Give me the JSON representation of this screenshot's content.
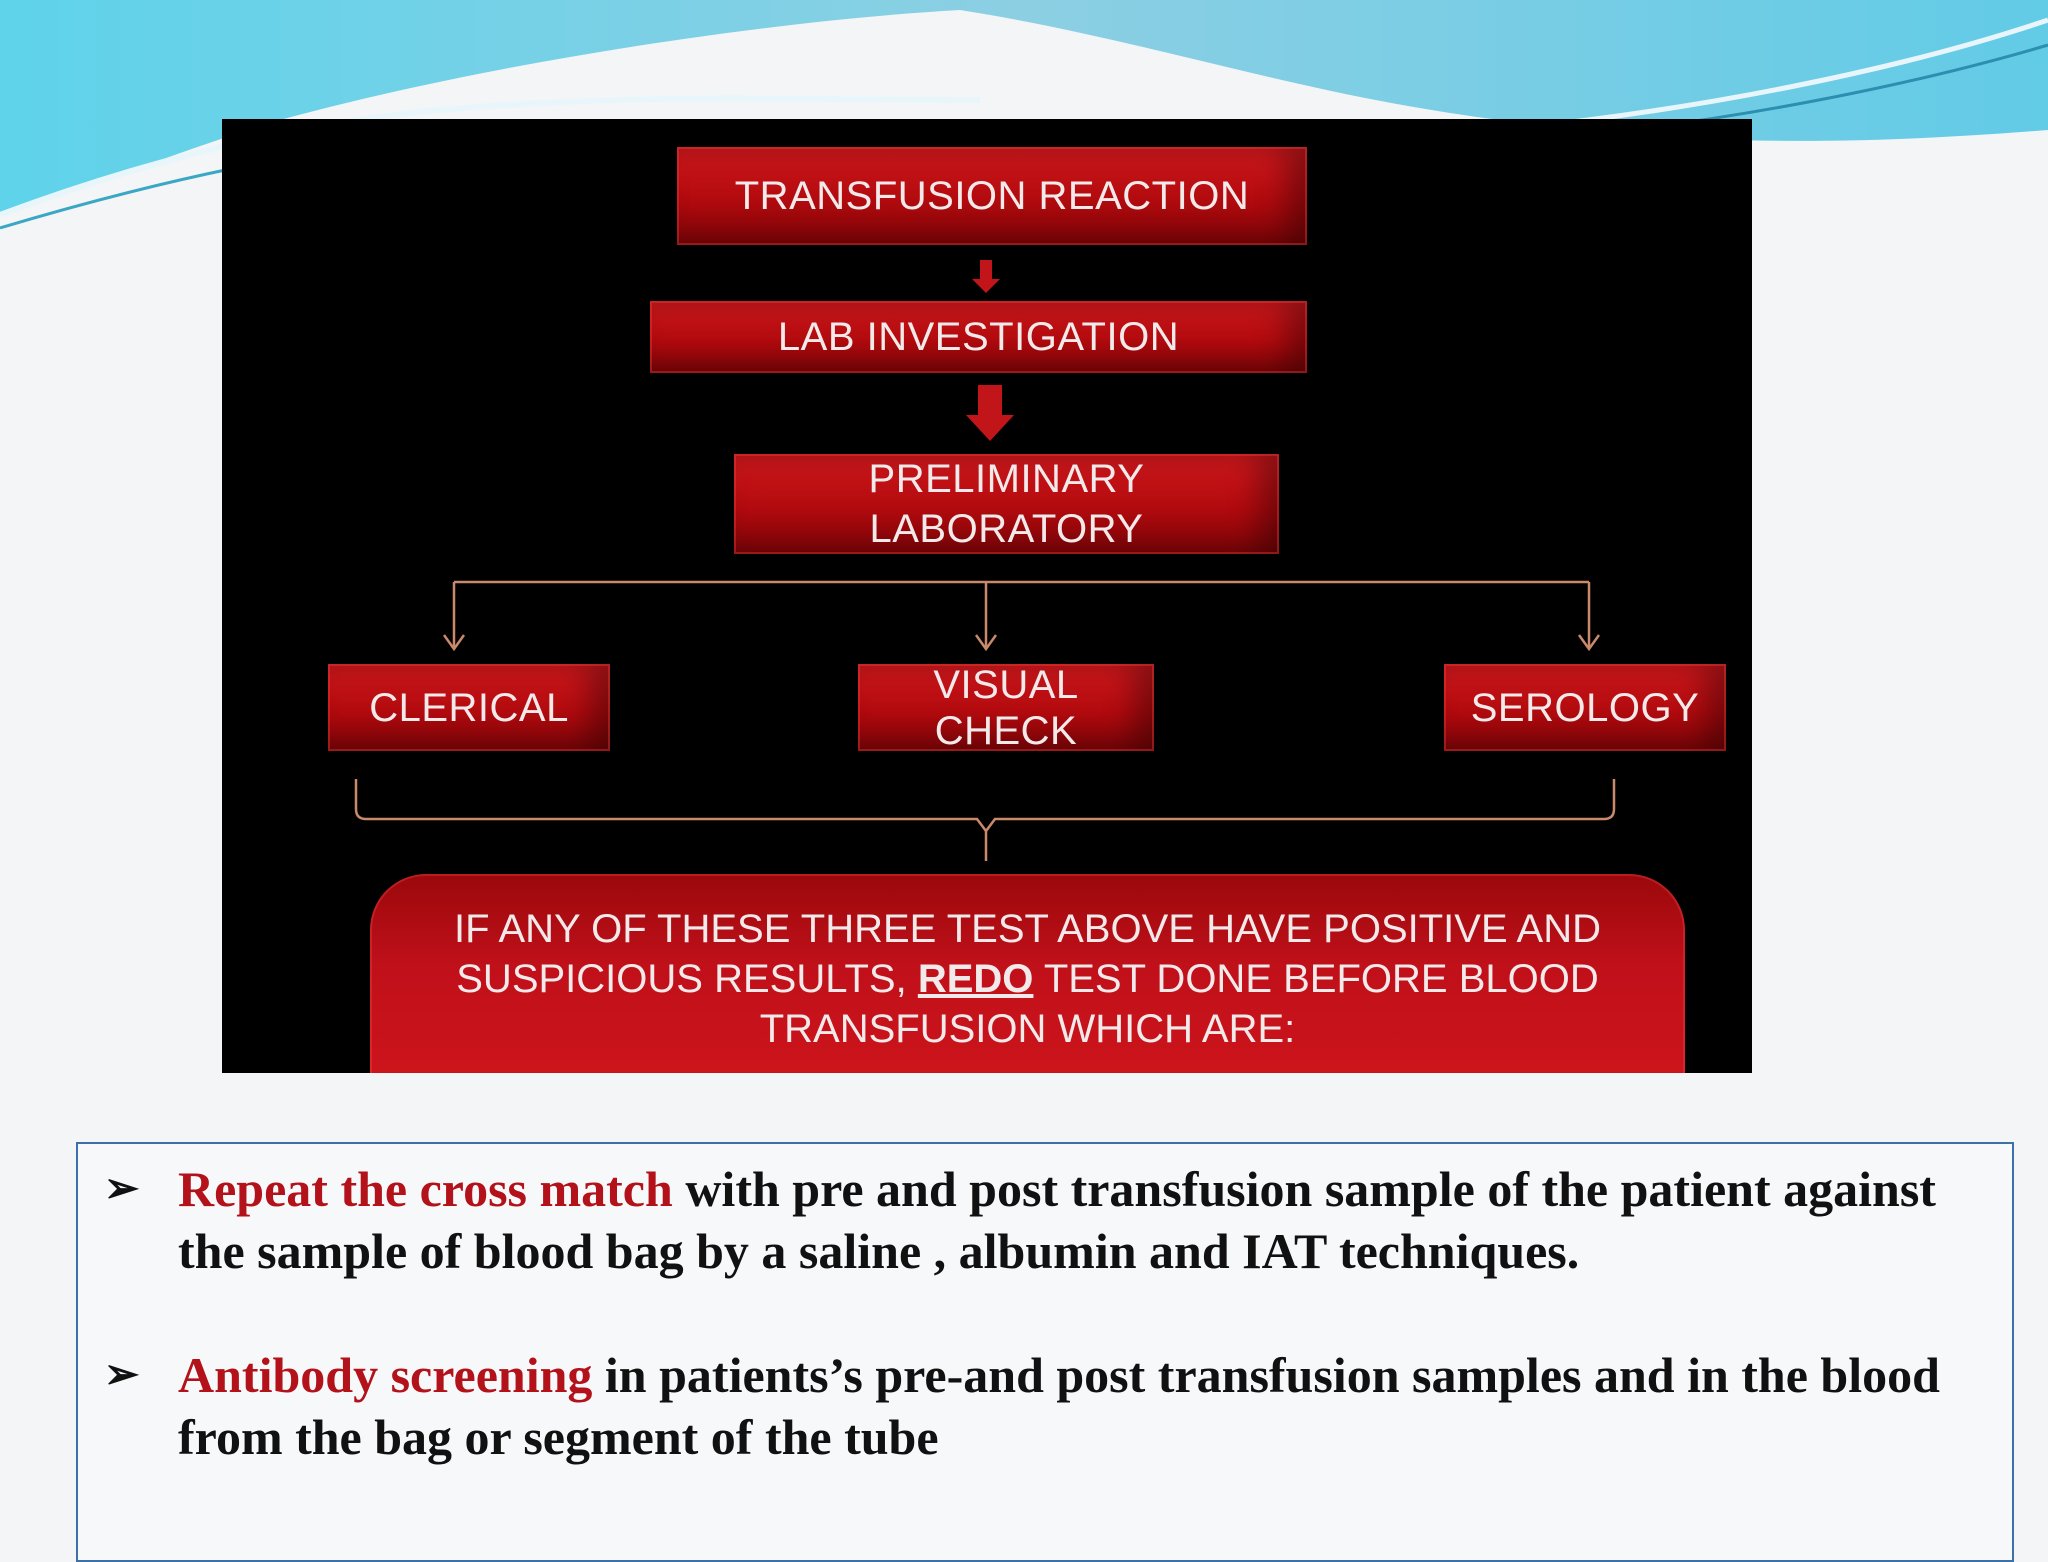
{
  "diagram": {
    "top_box": "TRANSFUSION REACTION",
    "second_box": "LAB INVESTIGATION",
    "third_box": "PRELIMINARY\nLABORATORY",
    "branches": [
      "CLERICAL",
      "VISUAL\nCHECK",
      "SEROLOGY"
    ],
    "final_line1": "IF ANY OF THESE THREE TEST ABOVE HAVE POSITIVE AND",
    "final_line2_before": "SUSPICIOUS RESULTS, ",
    "final_line2_emph": "REDO",
    "final_line2_after": " TEST DONE BEFORE BLOOD",
    "final_line3": "TRANSFUSION  WHICH ARE:"
  },
  "bullets": [
    {
      "marker": "➢",
      "highlight": "Repeat the cross match",
      "rest": " with pre and post transfusion sample of the  patient against the sample of blood bag by a saline , albumin and IAT techniques."
    },
    {
      "marker": "➢",
      "highlight": "Antibody screening",
      "rest": " in patients’s pre-and post transfusion samples and in the blood from the bag or segment of the tube"
    }
  ],
  "colors": {
    "accent_red": "#b3121a",
    "box_red": "#c41216",
    "wave_teal": "#6fd3e6",
    "frame_blue": "#3d6fa8"
  }
}
